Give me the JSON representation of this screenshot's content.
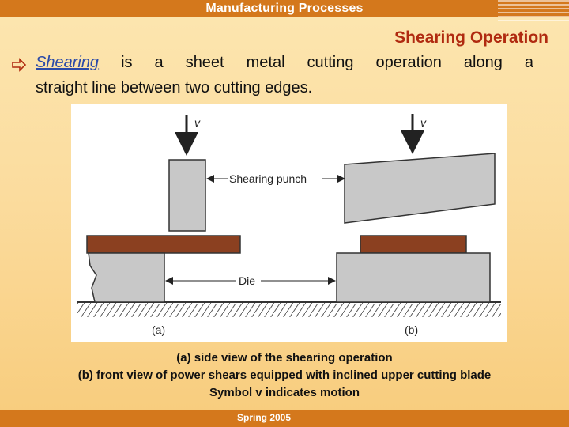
{
  "header": {
    "title": "Manufacturing Processes"
  },
  "slide": {
    "subtitle": "Shearing Operation",
    "bullet": {
      "icon": "hollow-arrow-bullet-icon",
      "term": "Shearing",
      "rest_line1": " is a sheet metal cutting operation along a",
      "line2": "straight line between two cutting edges."
    }
  },
  "figure": {
    "labels": {
      "v_left": "v",
      "v_right": "v",
      "punch": "Shearing punch",
      "die": "Die",
      "a": "(a)",
      "b": "(b)"
    }
  },
  "caption": {
    "line1": "(a) side view of the shearing operation",
    "line2": "(b) front view of power shears equipped with inclined upper cutting blade",
    "line3": "Symbol v indicates motion"
  },
  "footer": {
    "text": "Spring 2005"
  },
  "colors": {
    "accent_bar": "#d4781c",
    "subtitle": "#b02a10",
    "term": "#2b4aa8",
    "sheet": "#8b4020",
    "tool_gray": "#c8c8c8"
  }
}
